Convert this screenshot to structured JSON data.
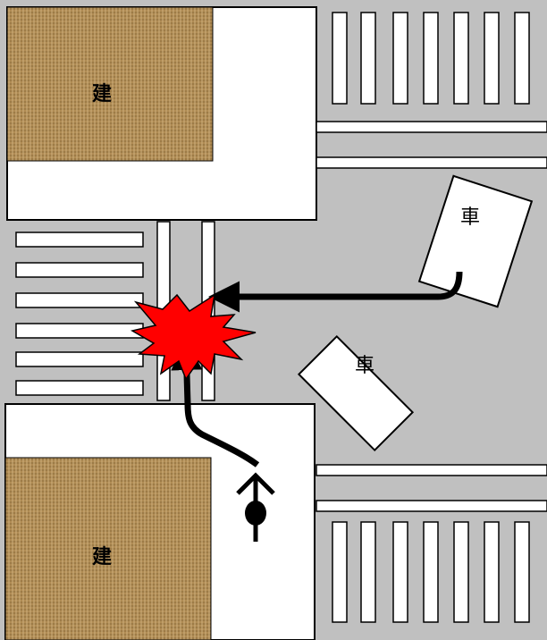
{
  "buildings": {
    "top_label": "建",
    "bottom_label": "建"
  },
  "vehicles": {
    "car_upper_label": "車",
    "car_lower_label": "車"
  },
  "colors": {
    "road": "#c0c0c0",
    "sidewalk": "#ffffff",
    "outline": "#000000",
    "building": "#b08c54",
    "crash": "#ff0000",
    "path": "#000000"
  }
}
